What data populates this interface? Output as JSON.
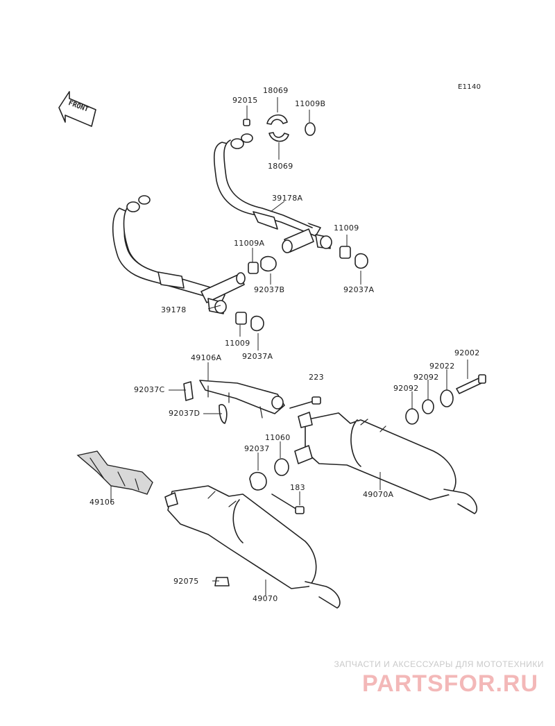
{
  "diagram": {
    "code": "E1140",
    "front_label": "FRONT",
    "labels": {
      "p92015": "92015",
      "p18069_top": "18069",
      "p11009B": "11009B",
      "p18069_bot": "18069",
      "p39178A": "39178A",
      "p11009_right": "11009",
      "p11009A": "11009A",
      "p92037B": "92037B",
      "p92037A_right": "92037A",
      "p39178": "39178",
      "p11009_left": "11009",
      "p92037A_left": "92037A",
      "p49106A": "49106A",
      "p223": "223",
      "p92002": "92002",
      "p92022": "92022",
      "p92092_a": "92092",
      "p92092_b": "92092",
      "p92037C": "92037C",
      "p92037D": "92037D",
      "p11060": "11060",
      "p92037": "92037",
      "p49070A": "49070A",
      "p49106": "49106",
      "p183": "183",
      "p92075": "92075",
      "p49070": "49070"
    }
  },
  "watermark": {
    "subtitle": "ЗАПЧАСТИ И АКСЕССУАРЫ ДЛЯ МОТОТЕХНИКИ",
    "brand": "PARTSFOR.RU"
  }
}
